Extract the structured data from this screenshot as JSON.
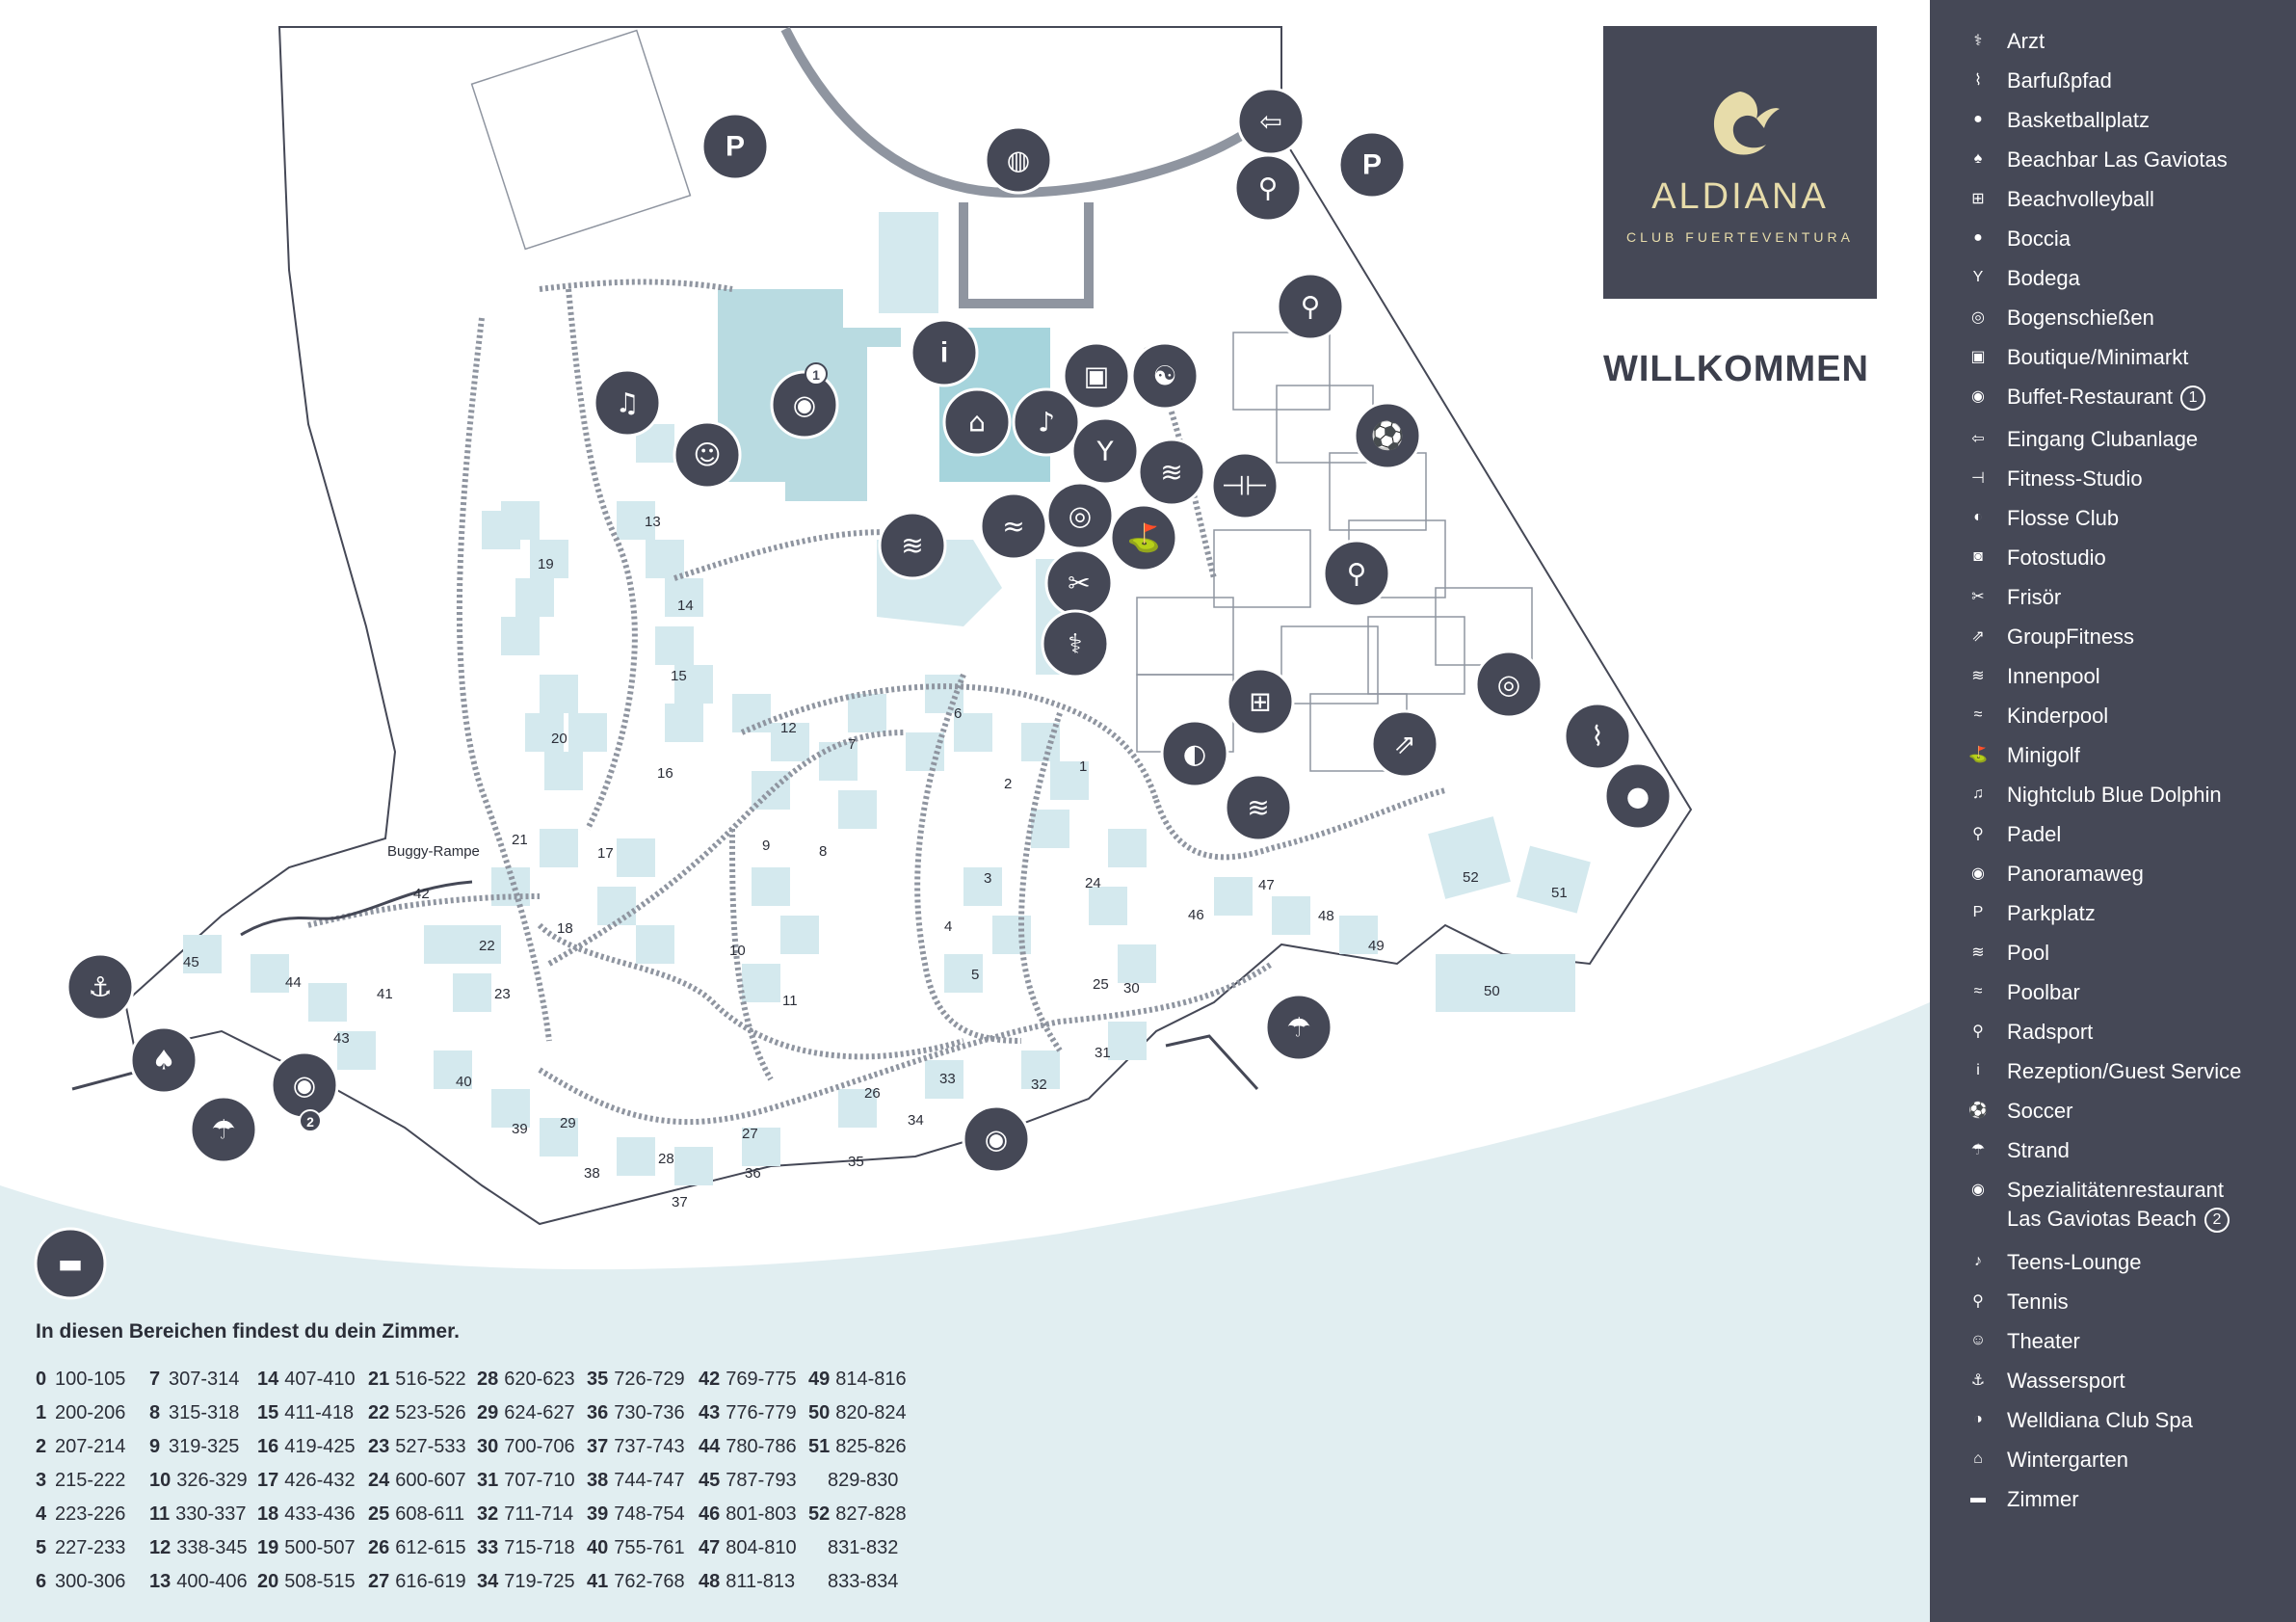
{
  "logo": {
    "name": "ALDIANA",
    "subtitle": "CLUB FUERTEVENTURA"
  },
  "welcome": "WILLKOMMEN",
  "map": {
    "buggy_label": "Buggy-Rampe",
    "area_numbers": [
      "1",
      "2",
      "3",
      "4",
      "5",
      "6",
      "7",
      "8",
      "9",
      "10",
      "11",
      "12",
      "13",
      "14",
      "15",
      "16",
      "17",
      "18",
      "19",
      "20",
      "21",
      "22",
      "23",
      "24",
      "25",
      "26",
      "27",
      "28",
      "29",
      "30",
      "31",
      "32",
      "33",
      "34",
      "35",
      "36",
      "37",
      "38",
      "39",
      "40",
      "41",
      "42",
      "43",
      "44",
      "45",
      "46",
      "47",
      "48",
      "49",
      "50",
      "51",
      "52"
    ],
    "pois": [
      {
        "name": "parking-icon",
        "glyph": "P"
      },
      {
        "name": "basketball-icon",
        "glyph": "◍"
      },
      {
        "name": "entrance-icon",
        "glyph": "⇦"
      },
      {
        "name": "bicycle-icon",
        "glyph": "⚲"
      },
      {
        "name": "parking-icon",
        "glyph": "P"
      },
      {
        "name": "padel-icon",
        "glyph": "⚲"
      },
      {
        "name": "info-icon",
        "glyph": "i"
      },
      {
        "name": "boutique-icon",
        "glyph": "▣"
      },
      {
        "name": "spa-icon",
        "glyph": "☯"
      },
      {
        "name": "nightclub-icon",
        "glyph": "♫"
      },
      {
        "name": "buffet-restaurant-icon",
        "glyph": "◉",
        "badge": "1"
      },
      {
        "name": "theater-icon",
        "glyph": "☺"
      },
      {
        "name": "wintergarden-icon",
        "glyph": "⌂"
      },
      {
        "name": "teens-lounge-icon",
        "glyph": "♪"
      },
      {
        "name": "bodega-icon",
        "glyph": "Y"
      },
      {
        "name": "indoor-pool-icon",
        "glyph": "≋"
      },
      {
        "name": "fitness-icon",
        "glyph": "⊣⊢"
      },
      {
        "name": "soccer-icon",
        "glyph": "⚽"
      },
      {
        "name": "poolbar-icon",
        "glyph": "≈"
      },
      {
        "name": "photo-studio-icon",
        "glyph": "◎"
      },
      {
        "name": "minigolf-icon",
        "glyph": "⛳"
      },
      {
        "name": "pool-icon",
        "glyph": "≋"
      },
      {
        "name": "hairdresser-icon",
        "glyph": "✂"
      },
      {
        "name": "tennis-icon",
        "glyph": "⚲"
      },
      {
        "name": "doctor-icon",
        "glyph": "⚕"
      },
      {
        "name": "archery-icon",
        "glyph": "◎"
      },
      {
        "name": "beachvolleyball-icon",
        "glyph": "⊞"
      },
      {
        "name": "barefoot-path-icon",
        "glyph": "⌇"
      },
      {
        "name": "flosse-club-icon",
        "glyph": "◐"
      },
      {
        "name": "groupfitness-icon",
        "glyph": "⇗"
      },
      {
        "name": "boccia-icon",
        "glyph": "●"
      },
      {
        "name": "kids-pool-icon",
        "glyph": "≋"
      },
      {
        "name": "anchor-icon",
        "glyph": "⚓"
      },
      {
        "name": "beachbar-icon",
        "glyph": "♠"
      },
      {
        "name": "specialty-restaurant-icon",
        "glyph": "◉",
        "badge": "2"
      },
      {
        "name": "beach-icon",
        "glyph": "☂"
      },
      {
        "name": "panorama-icon",
        "glyph": "◉"
      },
      {
        "name": "beach-icon",
        "glyph": "☂"
      },
      {
        "name": "bed-icon",
        "glyph": "▬"
      }
    ]
  },
  "legend": [
    {
      "icon": "doctor-icon",
      "glyph": "⚕",
      "label": "Arzt"
    },
    {
      "icon": "barefoot-path-icon",
      "glyph": "⌇",
      "label": "Barfußpfad"
    },
    {
      "icon": "basketball-icon",
      "glyph": "●",
      "label": "Basketballplatz"
    },
    {
      "icon": "beachbar-icon",
      "glyph": "♠",
      "label": "Beachbar Las Gaviotas"
    },
    {
      "icon": "beachvolleyball-icon",
      "glyph": "⊞",
      "label": "Beachvolleyball"
    },
    {
      "icon": "boccia-icon",
      "glyph": "●",
      "label": "Boccia"
    },
    {
      "icon": "bodega-icon",
      "glyph": "Y",
      "label": "Bodega"
    },
    {
      "icon": "archery-icon",
      "glyph": "◎",
      "label": "Bogenschießen"
    },
    {
      "icon": "boutique-icon",
      "glyph": "▣",
      "label": "Boutique/Minimarkt"
    },
    {
      "icon": "buffet-restaurant-icon",
      "glyph": "◉",
      "label": "Buffet-Restaurant",
      "num": "1"
    },
    {
      "icon": "entrance-icon",
      "glyph": "⇦",
      "label": "Eingang Clubanlage"
    },
    {
      "icon": "fitness-icon",
      "glyph": "⊣",
      "label": "Fitness-Studio"
    },
    {
      "icon": "flosse-club-icon",
      "glyph": "◐",
      "label": "Flosse Club"
    },
    {
      "icon": "photo-studio-icon",
      "glyph": "◙",
      "label": "Fotostudio"
    },
    {
      "icon": "hairdresser-icon",
      "glyph": "✂",
      "label": "Frisör"
    },
    {
      "icon": "groupfitness-icon",
      "glyph": "⇗",
      "label": "GroupFitness"
    },
    {
      "icon": "indoor-pool-icon",
      "glyph": "≋",
      "label": "Innenpool"
    },
    {
      "icon": "kids-pool-icon",
      "glyph": "≈",
      "label": "Kinderpool"
    },
    {
      "icon": "minigolf-icon",
      "glyph": "⛳",
      "label": "Minigolf"
    },
    {
      "icon": "nightclub-icon",
      "glyph": "♫",
      "label": "Nightclub Blue Dolphin"
    },
    {
      "icon": "padel-icon",
      "glyph": "⚲",
      "label": "Padel"
    },
    {
      "icon": "panorama-icon",
      "glyph": "◉",
      "label": "Panoramaweg"
    },
    {
      "icon": "parking-icon",
      "glyph": "P",
      "label": "Parkplatz"
    },
    {
      "icon": "pool-icon",
      "glyph": "≋",
      "label": "Pool"
    },
    {
      "icon": "poolbar-icon",
      "glyph": "≈",
      "label": "Poolbar"
    },
    {
      "icon": "bicycle-icon",
      "glyph": "⚲",
      "label": "Radsport"
    },
    {
      "icon": "info-icon",
      "glyph": "i",
      "label": "Rezeption/Guest Service"
    },
    {
      "icon": "soccer-icon",
      "glyph": "⚽",
      "label": "Soccer"
    },
    {
      "icon": "beach-icon",
      "glyph": "☂",
      "label": "Strand"
    },
    {
      "icon": "specialty-restaurant-icon",
      "glyph": "◉",
      "label": "Spezialitätenrestaurant\nLas Gaviotas Beach",
      "num": "2"
    },
    {
      "icon": "teens-lounge-icon",
      "glyph": "♪",
      "label": "Teens-Lounge"
    },
    {
      "icon": "tennis-icon",
      "glyph": "⚲",
      "label": "Tennis"
    },
    {
      "icon": "theater-icon",
      "glyph": "☺",
      "label": "Theater"
    },
    {
      "icon": "anchor-icon",
      "glyph": "⚓",
      "label": "Wassersport"
    },
    {
      "icon": "spa-icon",
      "glyph": "◑",
      "label": "Welldiana Club Spa"
    },
    {
      "icon": "wintergarden-icon",
      "glyph": "⌂",
      "label": "Wintergarten"
    },
    {
      "icon": "bed-icon",
      "glyph": "▬",
      "label": "Zimmer"
    }
  ],
  "rooms": {
    "title": "In diesen Bereichen findest du dein Zimmer.",
    "columns": [
      [
        [
          "0",
          "100-105"
        ],
        [
          "1",
          "200-206"
        ],
        [
          "2",
          "207-214"
        ],
        [
          "3",
          "215-222"
        ],
        [
          "4",
          "223-226"
        ],
        [
          "5",
          "227-233"
        ],
        [
          "6",
          "300-306"
        ]
      ],
      [
        [
          "7",
          "307-314"
        ],
        [
          "8",
          "315-318"
        ],
        [
          "9",
          "319-325"
        ],
        [
          "10",
          "326-329"
        ],
        [
          "11",
          "330-337"
        ],
        [
          "12",
          "338-345"
        ],
        [
          "13",
          "400-406"
        ]
      ],
      [
        [
          "14",
          "407-410"
        ],
        [
          "15",
          "411-418"
        ],
        [
          "16",
          "419-425"
        ],
        [
          "17",
          "426-432"
        ],
        [
          "18",
          "433-436"
        ],
        [
          "19",
          "500-507"
        ],
        [
          "20",
          "508-515"
        ]
      ],
      [
        [
          "21",
          "516-522"
        ],
        [
          "22",
          "523-526"
        ],
        [
          "23",
          "527-533"
        ],
        [
          "24",
          "600-607"
        ],
        [
          "25",
          "608-611"
        ],
        [
          "26",
          "612-615"
        ],
        [
          "27",
          "616-619"
        ]
      ],
      [
        [
          "28",
          "620-623"
        ],
        [
          "29",
          "624-627"
        ],
        [
          "30",
          "700-706"
        ],
        [
          "31",
          "707-710"
        ],
        [
          "32",
          "711-714"
        ],
        [
          "33",
          "715-718"
        ],
        [
          "34",
          "719-725"
        ]
      ],
      [
        [
          "35",
          "726-729"
        ],
        [
          "36",
          "730-736"
        ],
        [
          "37",
          "737-743"
        ],
        [
          "38",
          "744-747"
        ],
        [
          "39",
          "748-754"
        ],
        [
          "40",
          "755-761"
        ],
        [
          "41",
          "762-768"
        ]
      ],
      [
        [
          "42",
          "769-775"
        ],
        [
          "43",
          "776-779"
        ],
        [
          "44",
          "780-786"
        ],
        [
          "45",
          "787-793"
        ],
        [
          "46",
          "801-803"
        ],
        [
          "47",
          "804-810"
        ],
        [
          "48",
          "811-813"
        ]
      ],
      [
        [
          "49",
          "814-816"
        ],
        [
          "50",
          "820-824"
        ],
        [
          "51",
          "825-826"
        ],
        [
          "",
          "829-830"
        ],
        [
          "52",
          "827-828"
        ],
        [
          "",
          "831-832"
        ],
        [
          "",
          "833-834"
        ]
      ]
    ]
  }
}
